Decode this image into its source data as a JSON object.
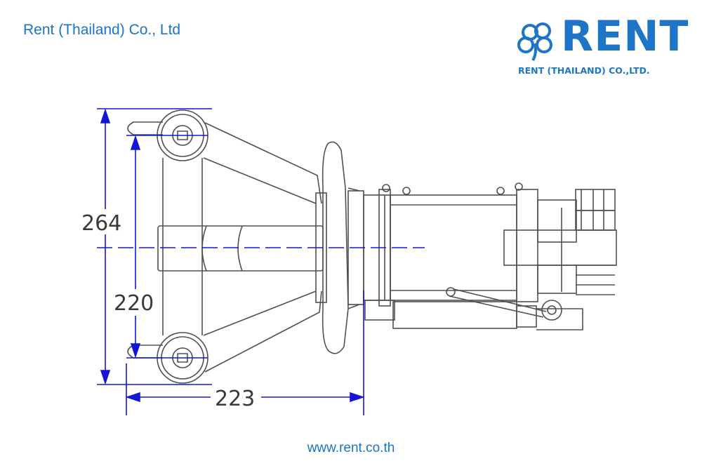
{
  "header": {
    "company_name": "Rent (Thailand) Co., Ltd",
    "logo_word": "RENT",
    "logo_subtitle": "RENT (THAILAND) CO.,LTD."
  },
  "drawing": {
    "dimensions": {
      "total_height": "264",
      "pin_center_height": "220",
      "length": "223"
    }
  },
  "footer": {
    "website": "www.rent.co.th"
  },
  "colors": {
    "brand_blue": "#1e74c7",
    "dimension_blue": "#1515d8",
    "line_gray": "#505050"
  }
}
